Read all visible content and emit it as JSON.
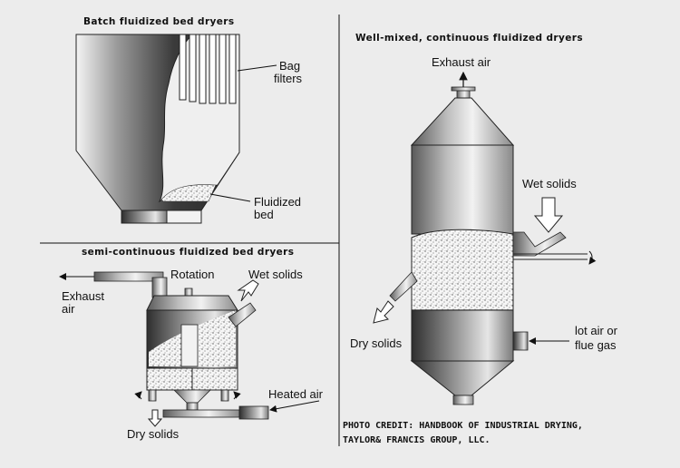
{
  "titles": {
    "batch": "Batch fluidized bed dryers",
    "semi": "semi-continuous fluidized bed dryers",
    "well": "Well-mixed, continuous fluidized dryers"
  },
  "batch_labels": {
    "bag_filters_1": "Bag",
    "bag_filters_2": "filters",
    "fluidized_1": "Fluidized",
    "fluidized_2": "bed"
  },
  "semi_labels": {
    "exhaust_1": "Exhaust",
    "exhaust_2": "air",
    "rotation": "Rotation",
    "wet_solids": "Wet solids",
    "heated_air": "Heated air",
    "dry_solids": "Dry solids"
  },
  "well_labels": {
    "exhaust": "Exhaust air",
    "wet_solids": "Wet solids",
    "dry_solids": "Dry solids",
    "hot_air_1": "lot air or",
    "hot_air_2": "flue gas"
  },
  "credit": {
    "line1": "PHOTO CREDIT: HANDBOOK OF INDUSTRIAL DRYING,",
    "line2": "TAYLOR& FRANCIS GROUP, LLC."
  },
  "colors": {
    "background": "#ececec",
    "line": "#111111",
    "metal_dark": "#3a3a3a",
    "metal_light": "#f2f2f2"
  }
}
